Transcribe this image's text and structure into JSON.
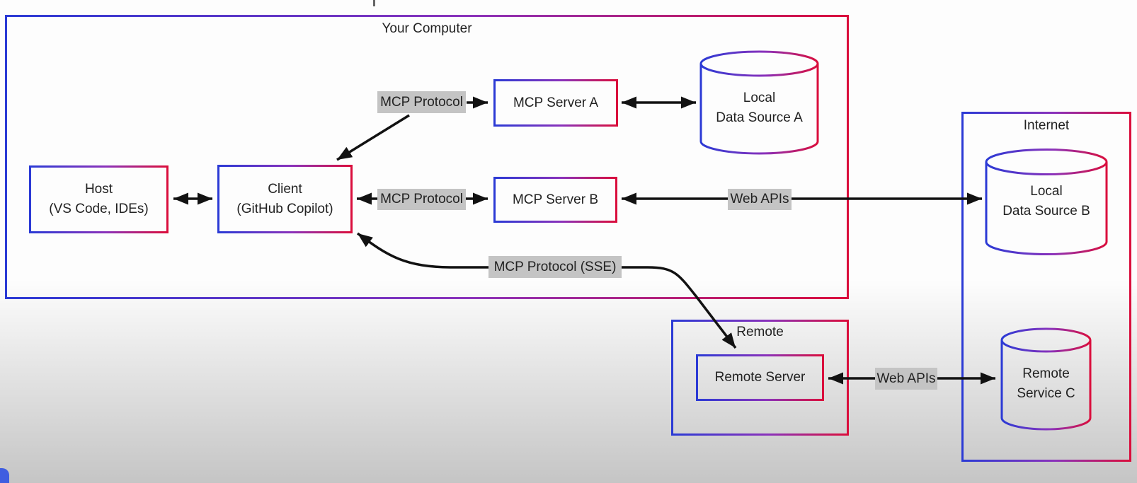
{
  "colors": {
    "grad_blue": "#2b3ad5",
    "grad_purple": "#8a32bb",
    "grad_red": "#da0e3c",
    "label_bg": "#c4c4c4",
    "arrow": "#121212",
    "text": "#222222",
    "bg_top": "#fdfdfd",
    "bg_bottom": "#c5c5c5",
    "badge_blue": "#3f5de0"
  },
  "containers": [
    {
      "id": "your-computer",
      "label": "Your Computer"
    },
    {
      "id": "internet",
      "label": "Internet"
    },
    {
      "id": "remote",
      "label": "Remote"
    }
  ],
  "nodes": [
    {
      "id": "host",
      "lines": [
        "Host",
        "(VS Code, IDEs)"
      ]
    },
    {
      "id": "client",
      "lines": [
        "Client",
        "(GitHub Copilot)"
      ]
    },
    {
      "id": "mcp-server-a",
      "lines": [
        "MCP Server A"
      ]
    },
    {
      "id": "mcp-server-b",
      "lines": [
        "MCP Server B"
      ]
    },
    {
      "id": "remote-server",
      "lines": [
        "Remote Server"
      ]
    }
  ],
  "data_stores": [
    {
      "id": "local-data-source-a",
      "lines": [
        "Local",
        "Data Source A"
      ]
    },
    {
      "id": "local-data-source-b",
      "lines": [
        "Local",
        "Data Source B"
      ]
    },
    {
      "id": "remote-service-c",
      "lines": [
        "Remote",
        "Service C"
      ]
    }
  ],
  "edge_labels": [
    {
      "id": "mcp-protocol-a",
      "text": "MCP Protocol"
    },
    {
      "id": "mcp-protocol-b",
      "text": "MCP Protocol"
    },
    {
      "id": "web-apis-b",
      "text": "Web APIs"
    },
    {
      "id": "mcp-protocol-sse",
      "text": "MCP Protocol (SSE)"
    },
    {
      "id": "web-apis-c",
      "text": "Web APIs"
    }
  ],
  "edges": [
    {
      "from": "host",
      "to": "client",
      "label": "",
      "arrows": "both"
    },
    {
      "from": "client",
      "to": "mcp-server-a",
      "label": "MCP Protocol",
      "arrows": "both"
    },
    {
      "from": "client",
      "to": "mcp-server-b",
      "label": "MCP Protocol",
      "arrows": "both"
    },
    {
      "from": "mcp-server-a",
      "to": "local-data-source-a",
      "label": "",
      "arrows": "both"
    },
    {
      "from": "mcp-server-b",
      "to": "local-data-source-b",
      "label": "Web APIs",
      "arrows": "both"
    },
    {
      "from": "client",
      "to": "remote-server",
      "label": "MCP Protocol (SSE)",
      "arrows": "both"
    },
    {
      "from": "remote-server",
      "to": "remote-service-c",
      "label": "Web APIs",
      "arrows": "both"
    }
  ]
}
